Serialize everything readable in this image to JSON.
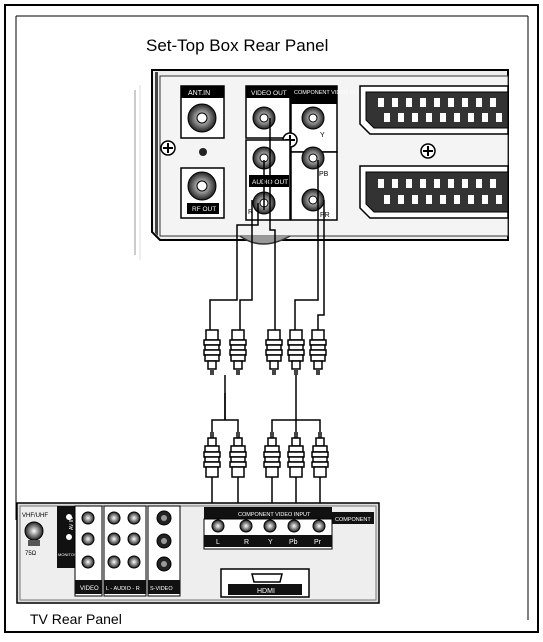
{
  "top_title": "Set-Top Box  Rear Panel",
  "bottom_title": "TV Rear Panel",
  "stb": {
    "ant_in": "ANT.IN",
    "rf_out": "RF OUT",
    "video_out": "VIDEO OUT",
    "component_video_out": "COMPONENT VIDEO OUT",
    "audio_out": "AUDIO OUT",
    "label_y": "Y",
    "label_pb": "PB",
    "label_pr": "PR",
    "label_r": "R"
  },
  "tv": {
    "vhf_uhf": "VHF/UHF",
    "ohm": "75Ω",
    "av_in": "AV IN",
    "monitor_out": "MONITOR OUT",
    "video": "VIDEO",
    "audio_lr": "L - AUDIO - R",
    "s_video": "S-VIDEO",
    "component_input": "COMPONENT VIDEO INPUT",
    "component": "COMPONENT",
    "hdmi": "HDMI",
    "jack_l": "L",
    "jack_r": "R",
    "jack_y": "Y",
    "jack_pb": "Pb",
    "jack_pr": "Pr"
  }
}
